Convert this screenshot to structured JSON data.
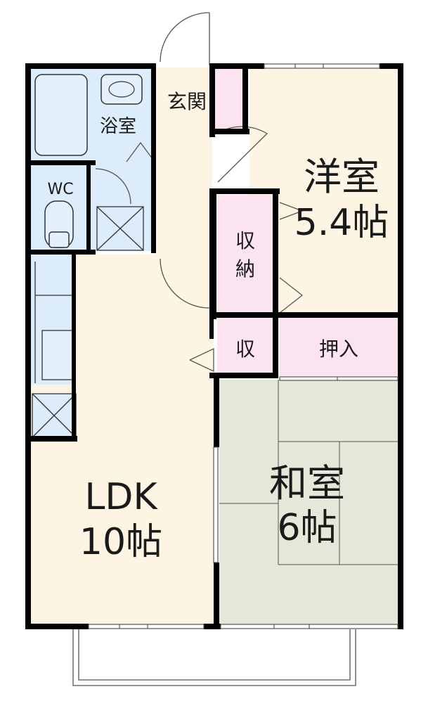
{
  "rooms": {
    "bath": {
      "label": "浴室"
    },
    "wc": {
      "label": "WC"
    },
    "entrance": {
      "label": "玄関"
    },
    "western": {
      "name": "洋室",
      "size": "5.4帖"
    },
    "closet_western": {
      "label_top": "収",
      "label_bottom": "納"
    },
    "closet_small": {
      "label": "収"
    },
    "oshiire": {
      "label": "押入"
    },
    "japanese": {
      "name": "和室",
      "size": "6帖"
    },
    "ldk": {
      "name": "LDK",
      "size": "10帖"
    }
  },
  "colors": {
    "wall": "#000000",
    "ldk_floor": "#fdf4e3",
    "western_floor": "#fdf4e3",
    "wet_area": "#dcecfa",
    "storage": "#fbe4ef",
    "tatami": "#e3e8d8",
    "entrance_floor": "#fdf4e3"
  }
}
